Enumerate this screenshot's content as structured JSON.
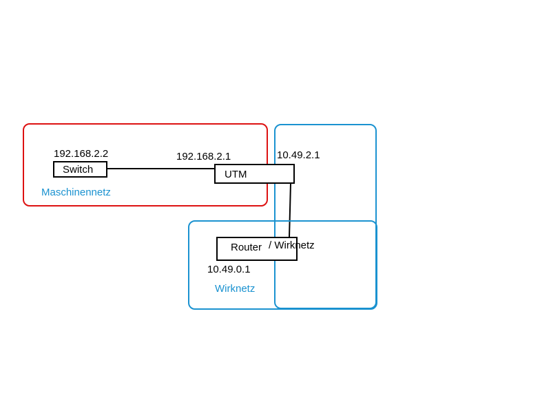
{
  "colors": {
    "machine_zone": "#dd1111",
    "wirknetz_zone": "#1a92d0",
    "line": "#000000"
  },
  "zones": {
    "machine_label": "Maschinennetz",
    "wirknetz_label": "Wirknetz"
  },
  "nodes": {
    "switch": {
      "label": "Switch",
      "ip": "192.168.2.2"
    },
    "utm": {
      "label": "UTM",
      "ip_inner": "192.168.2.1",
      "ip_outer": "10.49.2.1"
    },
    "router": {
      "label": "Router",
      "overlay": "/ Wirknetz",
      "ip": "10.49.0.1"
    }
  }
}
